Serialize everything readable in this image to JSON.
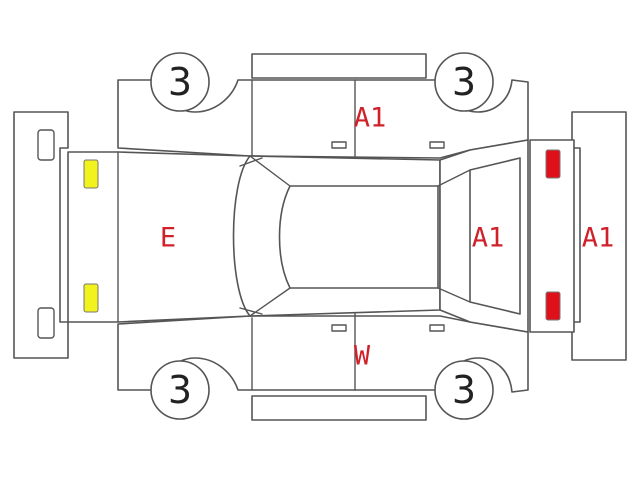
{
  "colors": {
    "outline": "#555555",
    "mark_text": "#d0202a",
    "yellow_lamp": "#f2f21e",
    "red_lamp": "#e0101a"
  },
  "tires": {
    "front_left": "3",
    "rear_left": "3",
    "front_right": "3",
    "rear_right": "3"
  },
  "marks": {
    "hood": "E",
    "roof_upper": "A1",
    "door_lower": "W",
    "tailgate": "A1",
    "rear_bumper": "A1"
  },
  "lamps": {
    "front": "yellow",
    "rear": "red"
  }
}
